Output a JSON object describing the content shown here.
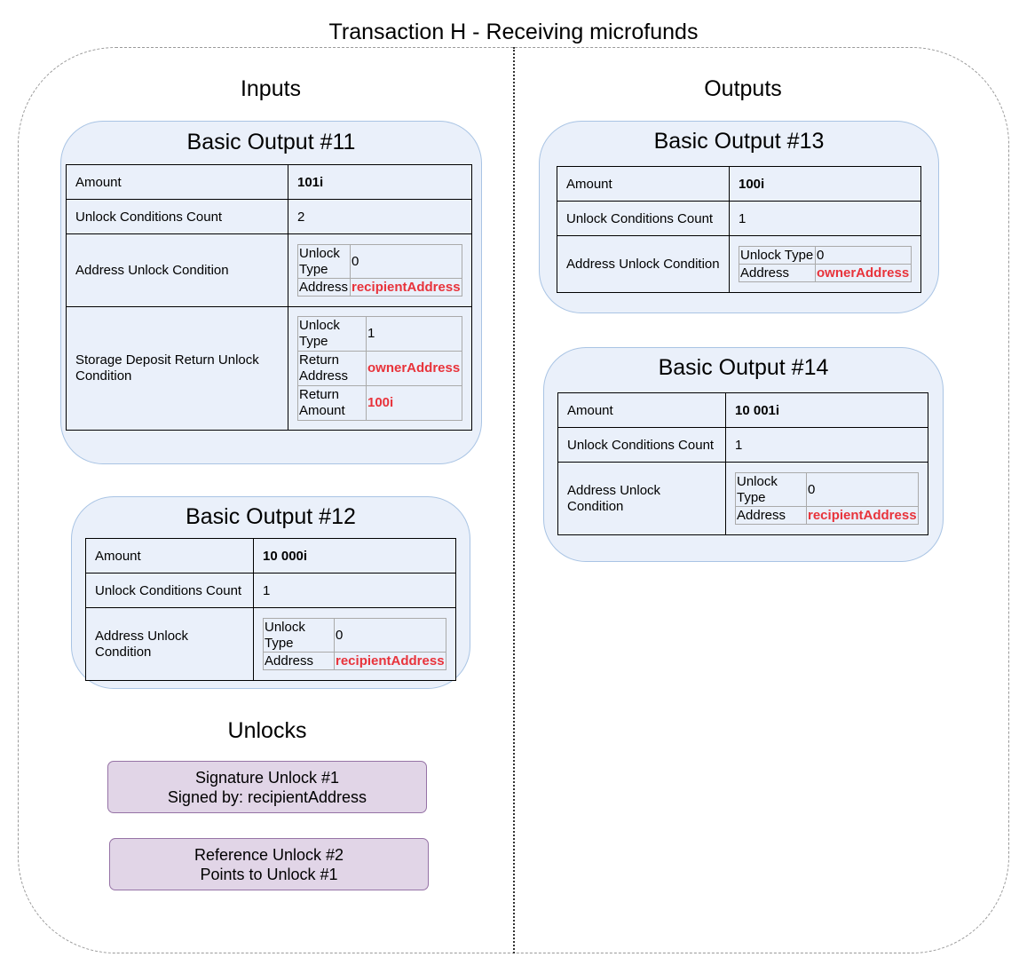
{
  "title": "Transaction H - Receiving microfunds",
  "inputs_heading": "Inputs",
  "outputs_heading": "Outputs",
  "unlocks_heading": "Unlocks",
  "labels": {
    "amount": "Amount",
    "uc_count": "Unlock Conditions Count",
    "address_uc": "Address Unlock Condition",
    "sdr_uc": "Storage Deposit Return Unlock Condition",
    "unlock_type": "Unlock Type",
    "address": "Address",
    "return_address": "Return Address",
    "return_amount": "Return Amount"
  },
  "inputs": [
    {
      "title": "Basic Output #11",
      "amount": "101i",
      "uc_count": "2",
      "address_uc": {
        "unlock_type": "0",
        "address": "recipientAddress"
      },
      "sdr_uc": {
        "unlock_type": "1",
        "return_address": "ownerAddress",
        "return_amount": "100i"
      }
    },
    {
      "title": "Basic Output #12",
      "amount": "10 000i",
      "uc_count": "1",
      "address_uc": {
        "unlock_type": "0",
        "address": "recipientAddress"
      }
    }
  ],
  "outputs": [
    {
      "title": "Basic Output #13",
      "amount": "100i",
      "uc_count": "1",
      "address_uc": {
        "unlock_type": "0",
        "address": "ownerAddress"
      }
    },
    {
      "title": "Basic Output #14",
      "amount": "10 001i",
      "uc_count": "1",
      "address_uc": {
        "unlock_type": "0",
        "address": "recipientAddress"
      }
    }
  ],
  "unlocks": [
    {
      "line1": "Signature Unlock #1",
      "line2": "Signed by: recipientAddress"
    },
    {
      "line1": "Reference Unlock #2",
      "line2": "Points to Unlock #1"
    }
  ],
  "colors": {
    "output_fill": "#eaf0fa",
    "output_border": "#a9c4e4",
    "unlock_fill": "#e1d5e7",
    "unlock_border": "#9673a6",
    "highlight_text": "#e8333b"
  }
}
